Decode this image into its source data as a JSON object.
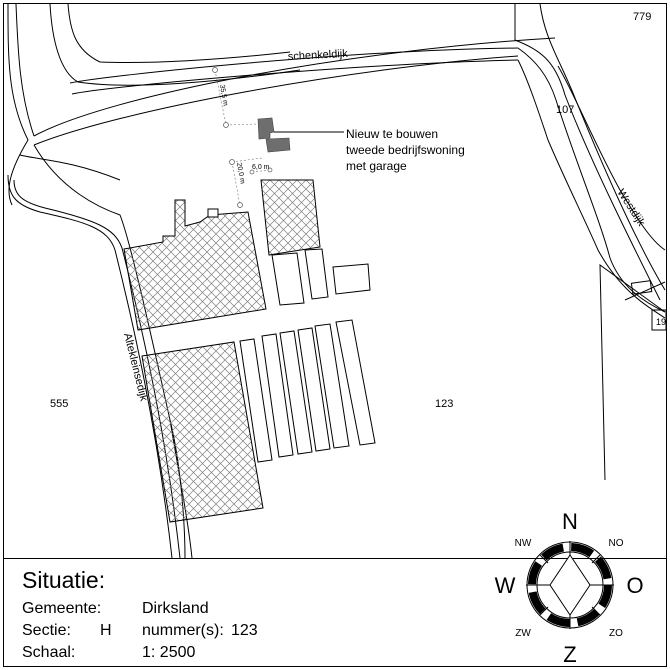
{
  "map": {
    "parcel_numbers": [
      "779",
      "107",
      "555",
      "123",
      "19"
    ],
    "street_names": [
      "schenkeldijk",
      "Westdijk",
      "Altekleinsedijk"
    ],
    "dimensions": [
      "35,5 m",
      "20,0 m",
      "6,0 m"
    ],
    "callout": {
      "lines": [
        "Nieuw te bouwen",
        "tweede bedrijfswoning",
        "met garage"
      ]
    },
    "colors": {
      "line": "#000000",
      "hatch": "#808080",
      "planned_building": "#6e6e6e",
      "background": "#ffffff"
    }
  },
  "compass": {
    "N": "N",
    "O": "O",
    "Z": "Z",
    "W": "W",
    "NW": "NW",
    "NO": "NO",
    "ZW": "ZW",
    "ZO": "ZO"
  },
  "info": {
    "title": "Situatie:",
    "gemeente_label": "Gemeente:",
    "gemeente_value": "Dirksland",
    "sectie_label": "Sectie:",
    "sectie_value": "H",
    "nummer_label": "nummer(s):",
    "nummer_value": "123",
    "schaal_label": "Schaal:",
    "schaal_value": "1: 2500"
  }
}
